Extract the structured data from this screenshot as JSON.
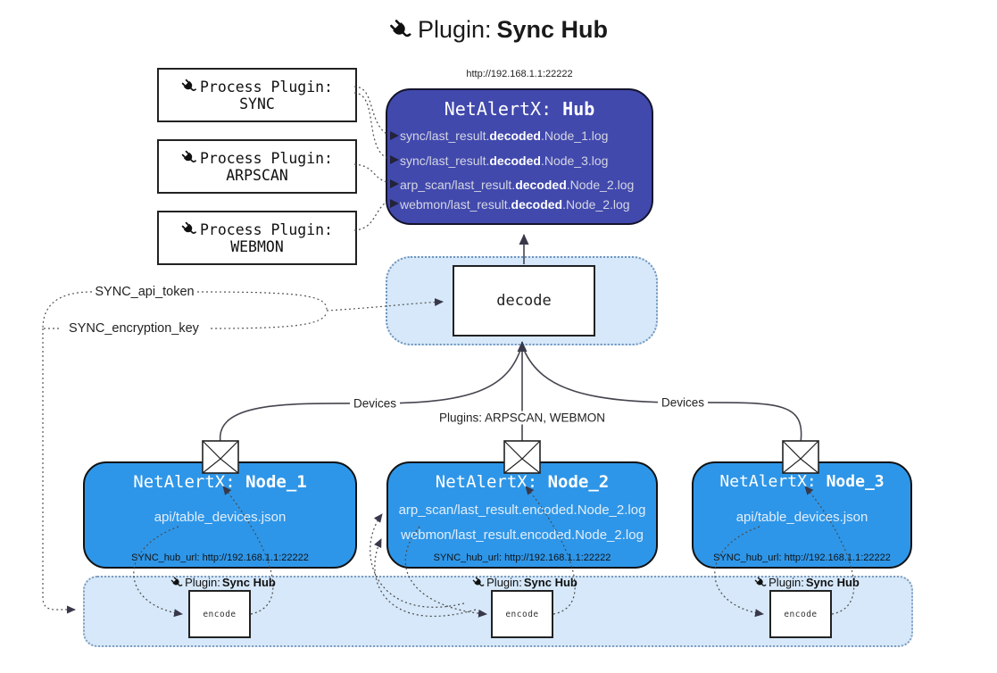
{
  "title": {
    "pre": "Plugin: ",
    "bold": "Sync Hub"
  },
  "hub": {
    "url": "http://192.168.1.1:22222",
    "title_pre": "NetAlertX: ",
    "title_bold": "Hub",
    "lines": [
      {
        "pre": "sync/last_result.",
        "bold": "decoded",
        "post": ".Node_1.log"
      },
      {
        "pre": "sync/last_result.",
        "bold": "decoded",
        "post": ".Node_3.log"
      },
      {
        "pre": "arp_scan/last_result.",
        "bold": "decoded",
        "post": ".Node_2.log"
      },
      {
        "pre": "webmon/last_result.",
        "bold": "decoded",
        "post": ".Node_2.log"
      }
    ]
  },
  "process_plugins": {
    "label": "Process Plugin:",
    "items": [
      "SYNC",
      "ARPSCAN",
      "WEBMON"
    ]
  },
  "decode": {
    "label": "decode"
  },
  "config": {
    "api_token": "SYNC_api_token",
    "encryption_key": "SYNC_encryption_key"
  },
  "edges": {
    "devices_left": "Devices",
    "devices_right": "Devices",
    "plugins_center": "Plugins: ARPSCAN, WEBMON"
  },
  "nodes": [
    {
      "title_pre": "NetAlertX: ",
      "title_bold": "Node_1",
      "files": [
        "api/table_devices.json"
      ],
      "hub_url": "SYNC_hub_url: http://192.168.1.1:22222"
    },
    {
      "title_pre": "NetAlertX: ",
      "title_bold": "Node_2",
      "files": [
        "arp_scan/last_result.encoded.Node_2.log",
        "webmon/last_result.encoded.Node_2.log"
      ],
      "hub_url": "SYNC_hub_url: http://192.168.1.1:22222"
    },
    {
      "title_pre": "NetAlertX: ",
      "title_bold": "Node_3",
      "files": [
        "api/table_devices.json"
      ],
      "hub_url": "SYNC_hub_url: http://192.168.1.1:22222"
    }
  ],
  "band": {
    "plugin_pre": "Plugin: ",
    "plugin_bold": "Sync Hub",
    "encode_label": "encode"
  },
  "colors": {
    "hub_bg": "#4149ad",
    "node_bg": "#2e96e8",
    "panel_bg": "#d6e8f9",
    "line": "#4a4a4a",
    "text_light": "#d5d6e2"
  }
}
